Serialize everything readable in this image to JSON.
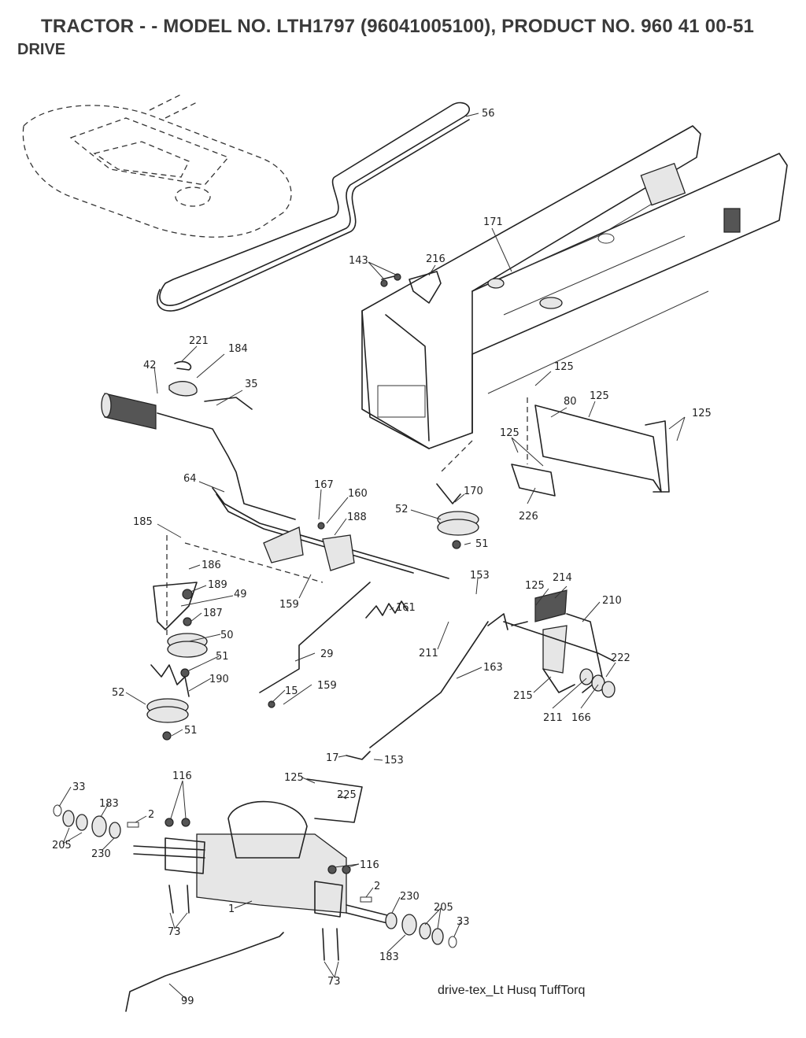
{
  "header": {
    "title": "TRACTOR - - MODEL NO. LTH1797 (96041005100), PRODUCT NO. 960 41 00-51",
    "section": "DRIVE"
  },
  "footer": {
    "drawing_id": "drive-tex_Lt Husq TuffTorq"
  },
  "callouts": [
    "56",
    "171",
    "216",
    "143",
    "221",
    "184",
    "42",
    "35",
    "125",
    "80",
    "125",
    "125",
    "125",
    "226",
    "64",
    "167",
    "160",
    "170",
    "52",
    "51",
    "185",
    "188",
    "186",
    "189",
    "49",
    "159",
    "153",
    "214",
    "125",
    "210",
    "187",
    "161",
    "211",
    "50",
    "51",
    "29",
    "163",
    "222",
    "190",
    "15",
    "159",
    "211",
    "166",
    "215",
    "52",
    "51",
    "17",
    "153",
    "33",
    "116",
    "125",
    "225",
    "183",
    "2",
    "205",
    "230",
    "116",
    "2",
    "230",
    "205",
    "33",
    "1",
    "183",
    "73",
    "73",
    "99"
  ]
}
